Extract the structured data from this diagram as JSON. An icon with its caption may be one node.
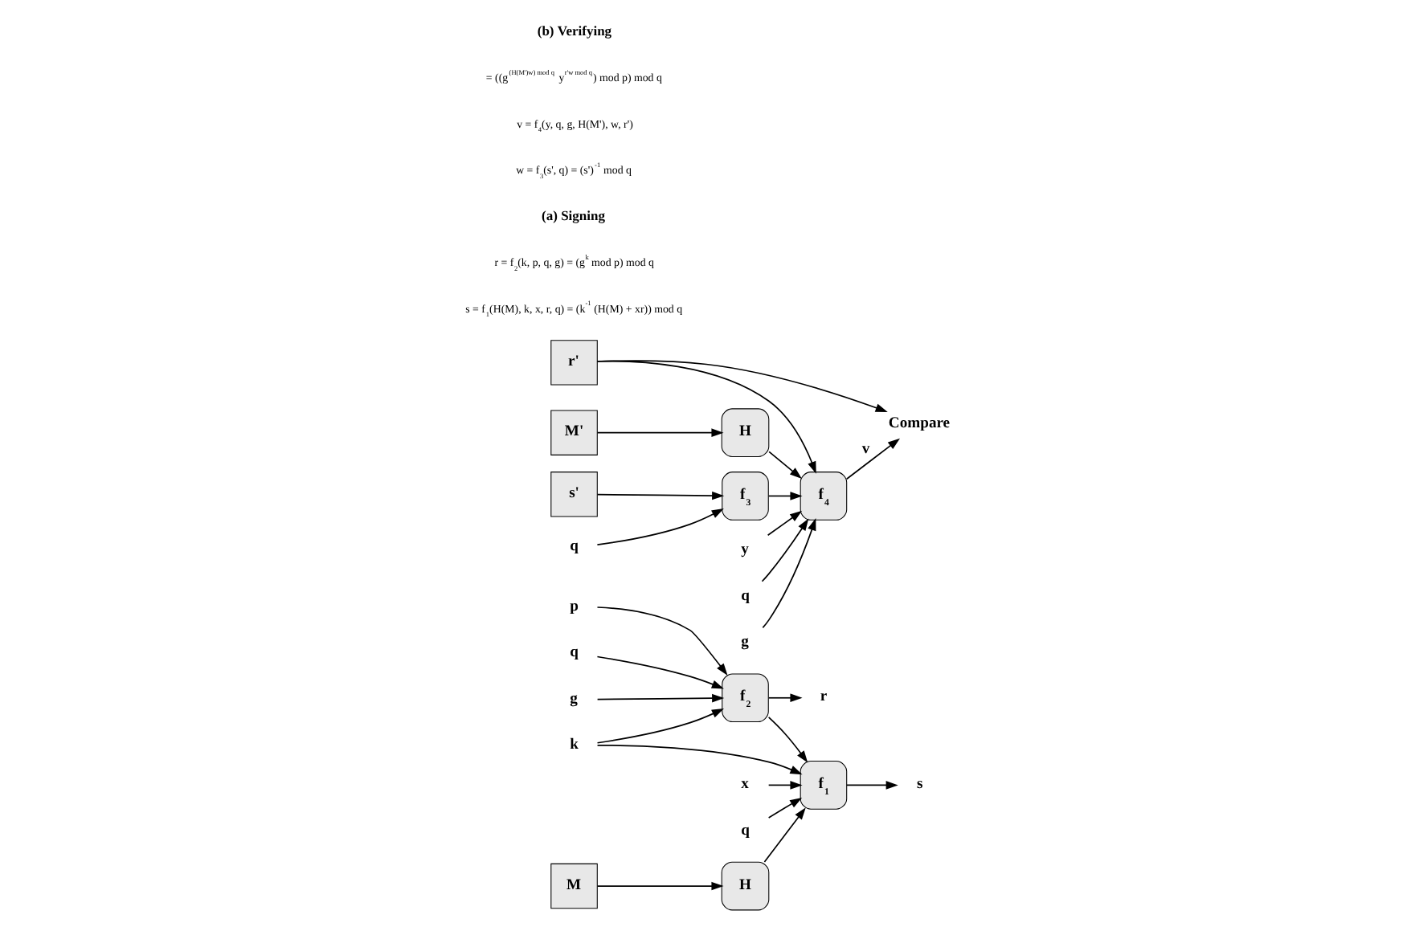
{
  "diagram": {
    "nodes": [
      {
        "text": [
          "p"
        ]
      },
      {
        "text": [
          "q"
        ]
      },
      {
        "text": [
          "g"
        ]
      },
      {
        "text": [
          "f$_{2}$"
        ]
      },
      {
        "text": [
          "r"
        ]
      },
      {
        "text": [
          "k"
        ]
      },
      {
        "text": [
          "x"
        ]
      },
      {
        "text": [
          "q"
        ]
      },
      {
        "text": [
          "f$_{1}$"
        ]
      },
      {
        "text": [
          "s"
        ]
      },
      {
        "text": [
          "M"
        ]
      },
      {
        "text": [
          "H"
        ]
      },
      {
        "text": [
          "M'"
        ]
      },
      {
        "text": [
          "s'"
        ]
      },
      {
        "text": [
          "r'"
        ]
      },
      {
        "text": [
          "H"
        ]
      },
      {
        "text": [
          "q"
        ]
      },
      {
        "text": [
          "f$_{3}$"
        ]
      },
      {
        "text": [
          "y"
        ]
      },
      {
        "text": [
          "q"
        ]
      },
      {
        "text": [
          "g"
        ]
      },
      {
        "text": [
          "f$_{4}$"
        ]
      },
      {
        "text": [
          "Compare"
        ]
      }
    ],
    "edges": [
      {
        "from": 0,
        "to": 3,
        "arrow": "to"
      },
      {
        "from": 1,
        "to": 3,
        "arrow": "to"
      },
      {
        "from": 2,
        "to": 3,
        "arrow": "to"
      },
      {
        "from": 5,
        "to": 3,
        "arrow": "to"
      },
      {
        "from": 3,
        "to": 4,
        "arrow": "to"
      },
      {
        "from": 3,
        "to": 8,
        "arrow": "to"
      },
      {
        "from": 5,
        "to": 8,
        "arrow": "to"
      },
      {
        "from": 6,
        "to": 8,
        "arrow": "to"
      },
      {
        "from": 7,
        "to": 8,
        "arrow": "to"
      },
      {
        "from": 10,
        "to": 11,
        "arrow": "to"
      },
      {
        "from": 11,
        "to": 8,
        "arrow": "to"
      },
      {
        "from": 8,
        "to": 9,
        "arrow": "to"
      },
      {
        "from": 12,
        "to": 15,
        "arrow": "to"
      },
      {
        "from": 15,
        "to": 21,
        "arrow": "to"
      },
      {
        "from": 16,
        "to": 17,
        "arrow": "to"
      },
      {
        "from": 13,
        "to": 17,
        "arrow": "to"
      },
      {
        "from": 17,
        "to": 21,
        "arrow": "to"
      },
      {
        "from": 14,
        "to": 21,
        "arrow": "to"
      },
      {
        "from": 14,
        "to": 22,
        "arrow": "to"
      },
      {
        "from": 18,
        "to": 21,
        "arrow": "to"
      },
      {
        "from": 19,
        "to": 21,
        "arrow": "to"
      },
      {
        "from": 20,
        "to": 21,
        "arrow": "to"
      },
      {
        "from": 21,
        "to": 22,
        "label": "v",
        "arrow": "to"
      }
    ],
    "labels": [
      "s = f$_{1}$(H(M), k, x, r, q) = (k$^{-1}$ (H(M) + xr)) mod q",
      "r = f$_{2}$(k, p, q, g) = (g$^{k}$ mod p) mod q",
      "(a) Signing",
      "w = f$_{3}$(s', q) = (s')$^{-1}$ mod q",
      "v = f$_{4}$(y, q, g, H(M'), w, r')",
      "= ((g$^{(H(M')w) mod q}$ y$^{r'w mod q}$) mod p) mod q",
      "(b) Verifying"
    ]
  }
}
